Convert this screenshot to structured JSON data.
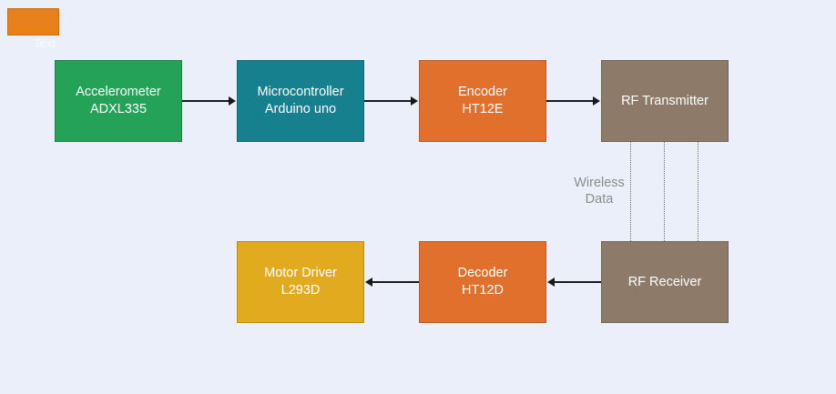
{
  "canvas": {
    "background": "#eaeff9"
  },
  "stray": {
    "label": "Text",
    "color": "#e8811c"
  },
  "nodes": [
    {
      "id": "accelerometer",
      "line1": "Accelerometer",
      "line2": "ADXL335",
      "color": "#23a258"
    },
    {
      "id": "microcontroller",
      "line1": "Microcontroller",
      "line2": "Arduino uno",
      "color": "#16808e"
    },
    {
      "id": "encoder",
      "line1": "Encoder",
      "line2": "HT12E",
      "color": "#e1702c"
    },
    {
      "id": "rf-transmitter",
      "line1": "RF Transmitter",
      "line2": "",
      "color": "#8d7a68"
    },
    {
      "id": "motor-driver",
      "line1": "Motor Driver",
      "line2": "L293D",
      "color": "#e2aa1f"
    },
    {
      "id": "decoder",
      "line1": "Decoder",
      "line2": "HT12D",
      "color": "#e1702c"
    },
    {
      "id": "rf-receiver",
      "line1": "RF Receiver",
      "line2": "",
      "color": "#8d7a68"
    }
  ],
  "wireless_label": {
    "line1": "Wireless",
    "line2": "Data",
    "color": "#8c8c8c"
  },
  "arrow_color": "#191919"
}
